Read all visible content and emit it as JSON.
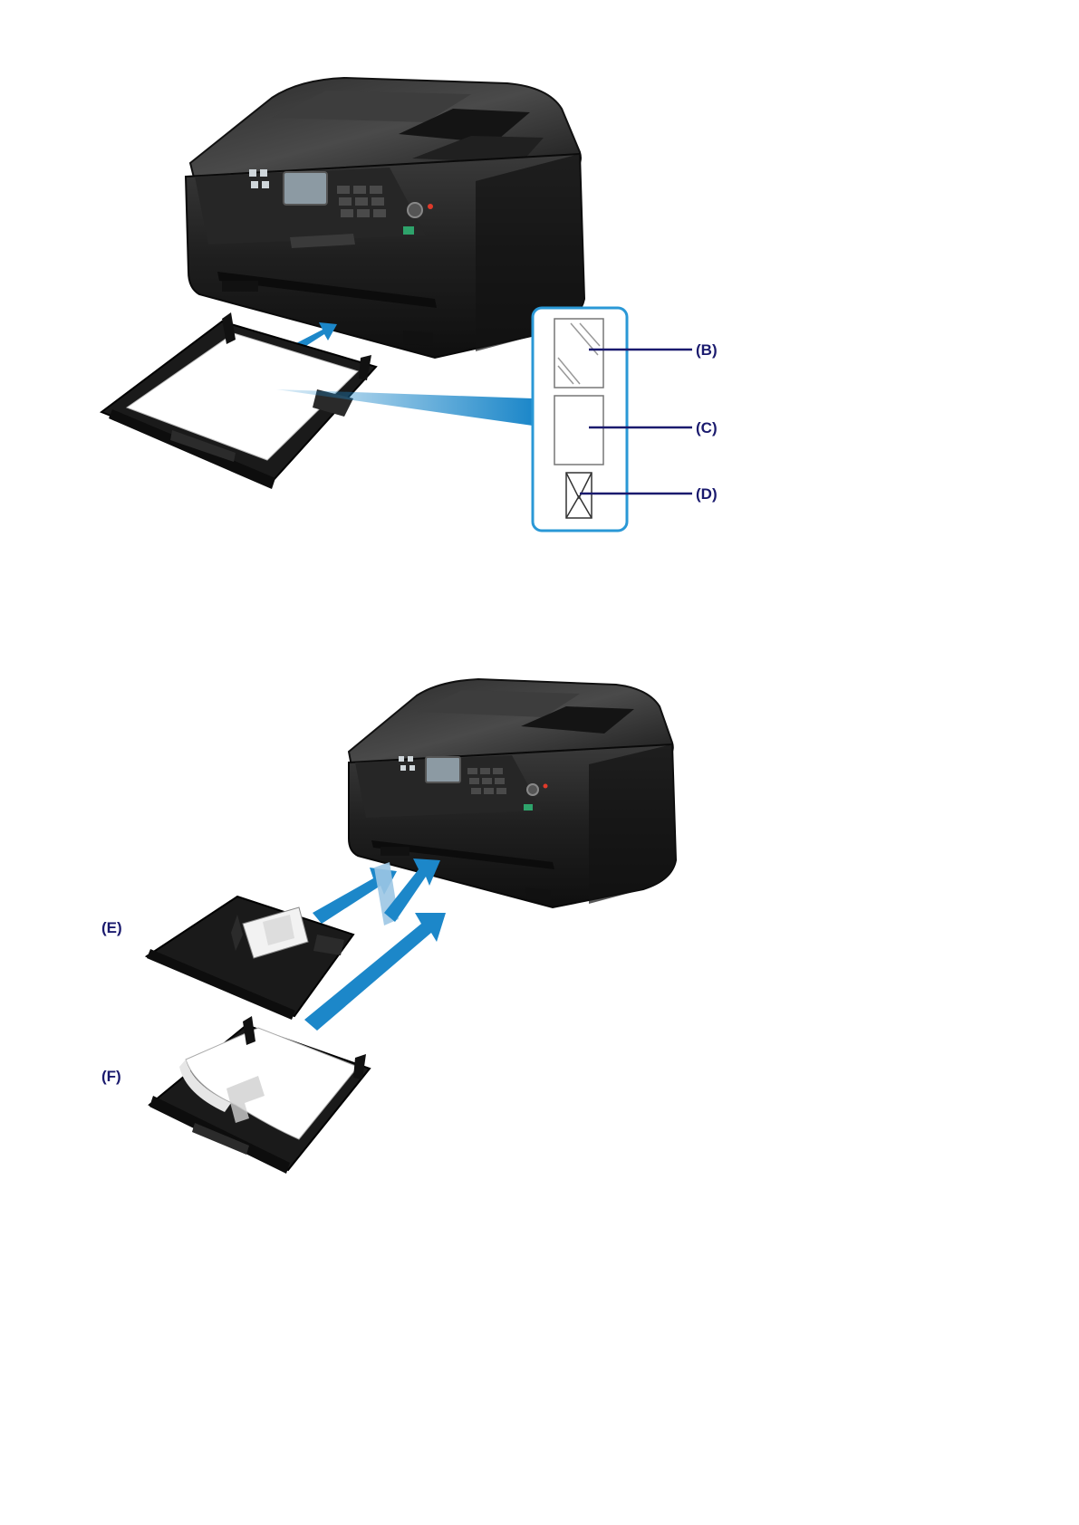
{
  "figure_top": {
    "callouts": [
      {
        "id": "B",
        "text": "(B)"
      },
      {
        "id": "C",
        "text": "(C)"
      },
      {
        "id": "D",
        "text": "(D)"
      }
    ]
  },
  "figure_bottom": {
    "callouts": [
      {
        "id": "E",
        "text": "(E)"
      },
      {
        "id": "F",
        "text": "(F)"
      }
    ]
  },
  "colors": {
    "printer_body": "#1b1b1b",
    "printer_highlight": "#3a3a3a",
    "arrow_blue": "#1c87c9",
    "callout_frame": "#2a98d6",
    "callout_text": "#1a1a6e",
    "leader_line": "#1a1a6e"
  }
}
